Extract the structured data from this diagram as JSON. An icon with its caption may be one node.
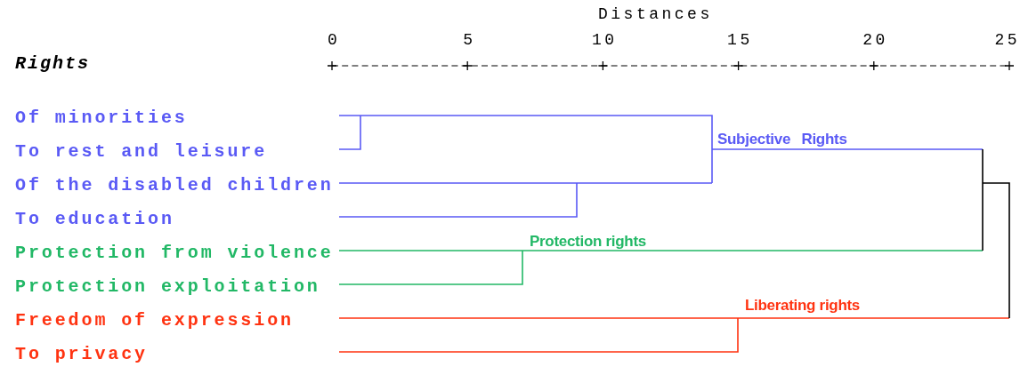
{
  "diagram": {
    "labels": [
      "Distances",
      "0",
      "5",
      "10",
      "15",
      "20",
      "25",
      "Rights",
      "Of minorities",
      "To rest and leisure",
      "Subjective Rights",
      "Of the disabled children",
      "To education",
      "Protection rights",
      "Protection from violence",
      "Protection exploitation",
      "Liberating rights",
      "Freedom of expression",
      "To privacy"
    ]
  }
}
